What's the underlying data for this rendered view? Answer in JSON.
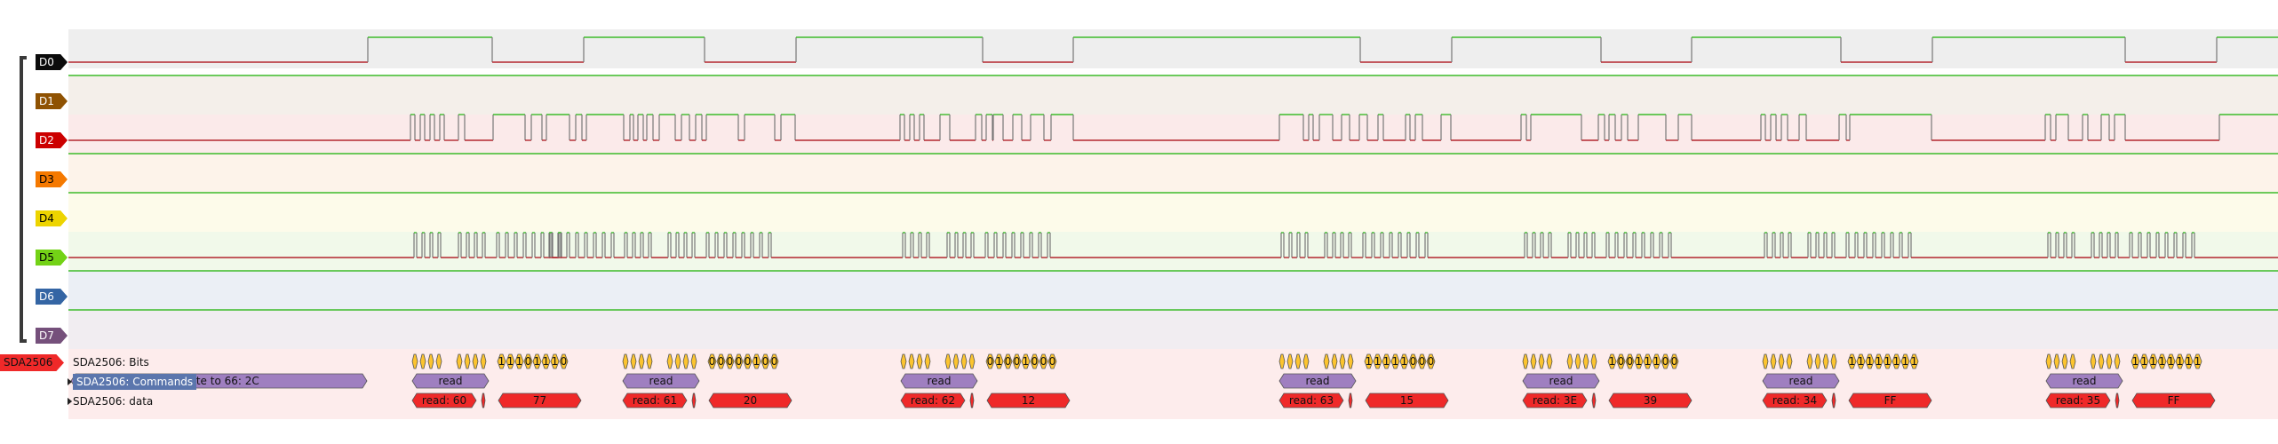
{
  "channels": [
    {
      "label": "D0",
      "color": "#0b0b0b",
      "text": "#ffffff",
      "bg": "#eeeeee"
    },
    {
      "label": "D1",
      "color": "#8f5202",
      "text": "#ffffff",
      "bg": "#f4efea"
    },
    {
      "label": "D2",
      "color": "#cc0000",
      "text": "#ffffff",
      "bg": "#fbeaea"
    },
    {
      "label": "D3",
      "color": "#f57900",
      "text": "#000000",
      "bg": "#fdf3ea"
    },
    {
      "label": "D4",
      "color": "#edd400",
      "text": "#000000",
      "bg": "#fdfbea"
    },
    {
      "label": "D5",
      "color": "#73d216",
      "text": "#000000",
      "bg": "#f1f9ea"
    },
    {
      "label": "D6",
      "color": "#3465a4",
      "text": "#ffffff",
      "bg": "#ebeff5"
    },
    {
      "label": "D7",
      "color": "#75507b",
      "text": "#ffffff",
      "bg": "#f1edf1"
    }
  ],
  "decoder": {
    "name": "SDA2506",
    "rows": [
      "SDA2506: Bits",
      "SDA2506: Commands",
      "SDA2506: data"
    ],
    "first_command": "Write to 66: 2C",
    "bits": [
      "11101110",
      "00000100",
      "01001000",
      "11111000",
      "10011100",
      "11111111",
      "11111111"
    ],
    "transactions": [
      {
        "cmd": "read",
        "addr": "read: 60",
        "value": "77"
      },
      {
        "cmd": "read",
        "addr": "read: 61",
        "value": "20"
      },
      {
        "cmd": "read",
        "addr": "read: 62",
        "value": "12"
      },
      {
        "cmd": "read",
        "addr": "read: 63",
        "value": "15"
      },
      {
        "cmd": "read",
        "addr": "read: 3E",
        "value": "39"
      },
      {
        "cmd": "read",
        "addr": "read: 34",
        "value": "FF"
      },
      {
        "cmd": "read",
        "addr": "read: 35",
        "value": "FF"
      }
    ]
  },
  "colors": {
    "high": "#3dbb2a",
    "low": "#b3262e",
    "edge": "#777777",
    "bits_fill": "#fcc42f",
    "cmd_fill": "#9f7fc0",
    "data_fill": "#ef2929",
    "selected": "#5b76ad"
  },
  "icons": [
    "triangle-expand-icon",
    "group-bracket-icon"
  ]
}
